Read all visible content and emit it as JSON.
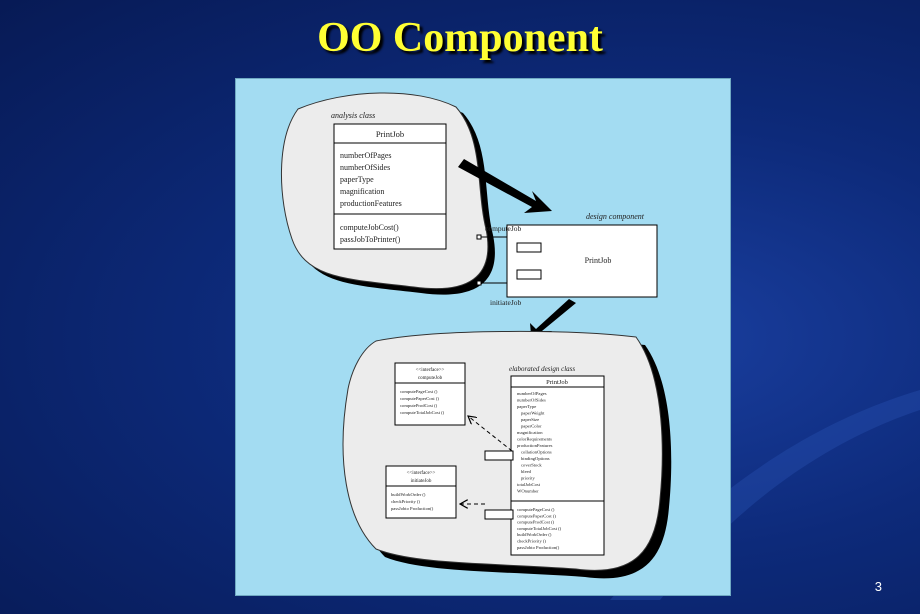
{
  "slide": {
    "title": "OO Component",
    "page_number": "3"
  },
  "analysis": {
    "caption": "analysis class",
    "class_name": "PrintJob",
    "attributes": [
      "numberOfPages",
      "numberOfSides",
      "paperType",
      "magnification",
      "productionFeatures"
    ],
    "operations": [
      "computeJobCost()",
      "passJobToPrinter()"
    ]
  },
  "design": {
    "caption": "design component",
    "name": "PrintJob",
    "port_compute": "computeJob",
    "port_initiate": "initiateJob"
  },
  "elaborated": {
    "caption": "elaborated design class",
    "interface1": {
      "stereotype": "<<interface>>",
      "name": "computeJob",
      "operations": [
        "computePageCost ()",
        "computePaperCost ()",
        "computeProdCost ()",
        "computeTotalJobCost ()"
      ]
    },
    "interface2": {
      "stereotype": "<<interface>>",
      "name": "initiateJob",
      "operations": [
        "buildWorkOrder ()",
        "checkPriority ()",
        "passJobto Production()"
      ]
    },
    "class_name": "PrintJob",
    "attributes": [
      "numberOfPages",
      "numberOfSides",
      "paperType",
      "paperWeight",
      "paperSize",
      "paperColor",
      "magnification",
      "colorRequirements",
      "productionFeatures",
      "collationOptions",
      "bindingOptions",
      "coverStock",
      "bleed",
      "priority",
      "totalJobCost",
      "WOnumber"
    ],
    "operations": [
      "computePageCost ()",
      "computePaperCost ()",
      "computeProdCost ()",
      "computeTotalJobCost ()",
      "buildWorkOrder ()",
      "checkPriority ()",
      "passJobto Production()"
    ]
  },
  "colors": {
    "title": "#ffff33",
    "panel": "#a3dcf2",
    "blob": "#ececec"
  }
}
